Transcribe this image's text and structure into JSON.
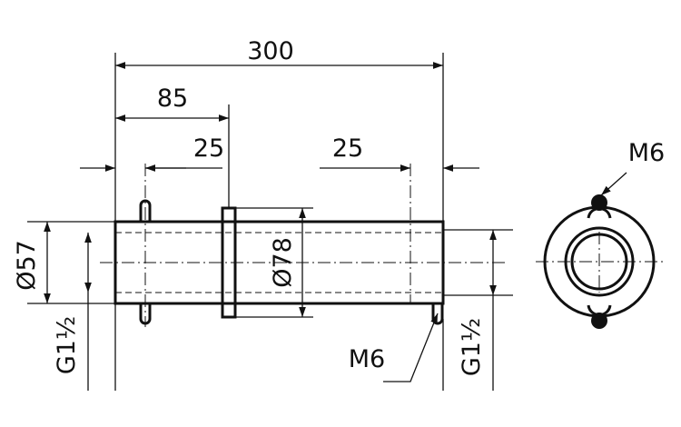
{
  "drawing": {
    "dims": {
      "overall_length": "300",
      "flange_position": "85",
      "left_pin_offset": "25",
      "right_pin_offset": "25",
      "pipe_diameter": "Ø57",
      "flange_diameter": "Ø78",
      "thread_left": "G1½",
      "thread_right": "G1½",
      "screw_bottom": "M6",
      "screw_top": "M6"
    }
  }
}
